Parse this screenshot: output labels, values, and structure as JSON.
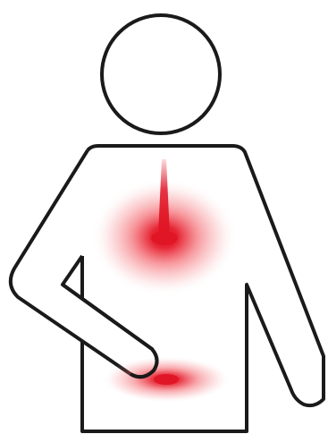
{
  "figure": {
    "subject": "human-figure",
    "colors": {
      "background": "#ffffff",
      "outline": "#1a1a1a",
      "pain_core": "#e01626",
      "pain_glow": "#f0444d"
    },
    "regions": [
      {
        "id": "upper-abdomen-pain"
      },
      {
        "id": "lower-abdomen-pain"
      }
    ]
  }
}
